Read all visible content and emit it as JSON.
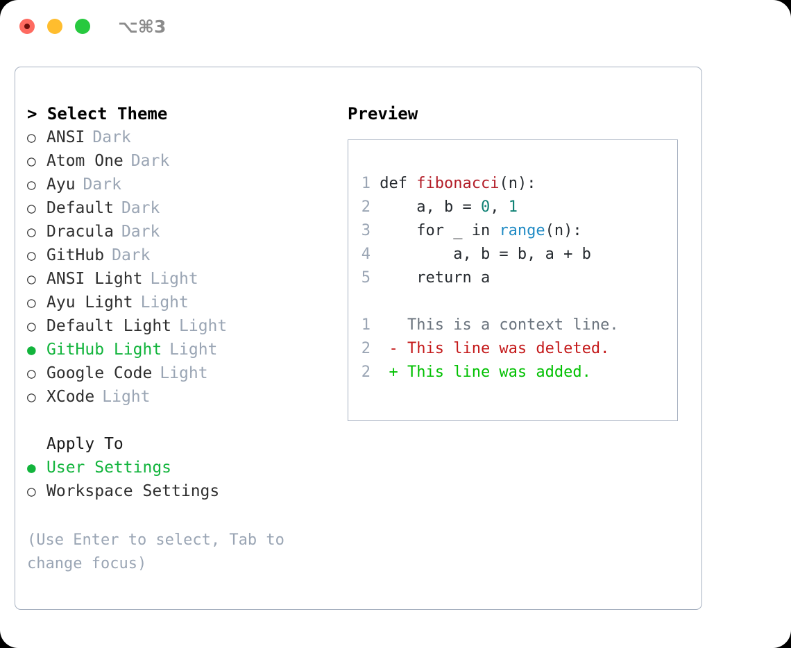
{
  "titlebar": {
    "shortcut": "⌥⌘3",
    "buttons": [
      {
        "name": "close",
        "color": "#fe6a60"
      },
      {
        "name": "minimize",
        "color": "#ffbd2e"
      },
      {
        "name": "maximize",
        "color": "#27c93f"
      }
    ]
  },
  "theme_picker": {
    "heading": "> Select Theme",
    "items": [
      {
        "marker": "○",
        "label": "ANSI",
        "tag": "Dark",
        "selected": false
      },
      {
        "marker": "○",
        "label": "Atom One",
        "tag": "Dark",
        "selected": false
      },
      {
        "marker": "○",
        "label": "Ayu",
        "tag": "Dark",
        "selected": false
      },
      {
        "marker": "○",
        "label": "Default",
        "tag": "Dark",
        "selected": false
      },
      {
        "marker": "○",
        "label": "Dracula",
        "tag": "Dark",
        "selected": false
      },
      {
        "marker": "○",
        "label": "GitHub",
        "tag": "Dark",
        "selected": false
      },
      {
        "marker": "○",
        "label": "ANSI Light",
        "tag": "Light",
        "selected": false
      },
      {
        "marker": "○",
        "label": "Ayu Light",
        "tag": "Light",
        "selected": false
      },
      {
        "marker": "○",
        "label": "Default Light",
        "tag": "Light",
        "selected": false
      },
      {
        "marker": "●",
        "label": "GitHub Light",
        "tag": "Light",
        "selected": true
      },
      {
        "marker": "○",
        "label": "Google Code",
        "tag": "Light",
        "selected": false
      },
      {
        "marker": "○",
        "label": "XCode",
        "tag": "Light",
        "selected": false
      }
    ]
  },
  "apply_to": {
    "heading": "Apply To",
    "items": [
      {
        "marker": "●",
        "label": "User Settings",
        "selected": true
      },
      {
        "marker": "○",
        "label": "Workspace Settings",
        "selected": false
      }
    ]
  },
  "hint": "(Use Enter to select, Tab to change focus)",
  "preview": {
    "heading": "Preview",
    "code_lines": [
      {
        "ln": "1",
        "tokens": [
          {
            "t": "def ",
            "c": "plain"
          },
          {
            "t": "fibonacci",
            "c": "func"
          },
          {
            "t": "(n):",
            "c": "plain"
          }
        ]
      },
      {
        "ln": "2",
        "tokens": [
          {
            "t": "    a, b = ",
            "c": "plain"
          },
          {
            "t": "0",
            "c": "num"
          },
          {
            "t": ", ",
            "c": "plain"
          },
          {
            "t": "1",
            "c": "num"
          }
        ]
      },
      {
        "ln": "3",
        "tokens": [
          {
            "t": "    for _ in ",
            "c": "plain"
          },
          {
            "t": "range",
            "c": "builtin"
          },
          {
            "t": "(n):",
            "c": "plain"
          }
        ]
      },
      {
        "ln": "4",
        "tokens": [
          {
            "t": "        a, b = b, a + b",
            "c": "plain"
          }
        ]
      },
      {
        "ln": "5",
        "tokens": [
          {
            "t": "    return a",
            "c": "plain"
          }
        ]
      }
    ],
    "diff_lines": [
      {
        "ln": "1",
        "tokens": [
          {
            "t": "   This is a context line.",
            "c": "ctx"
          }
        ]
      },
      {
        "ln": "2",
        "tokens": [
          {
            "t": " - This line was deleted.",
            "c": "del"
          }
        ]
      },
      {
        "ln": "2",
        "tokens": [
          {
            "t": " + This line was added.",
            "c": "add"
          }
        ]
      }
    ]
  },
  "colors": {
    "accent_green": "#12b43c",
    "muted": "#9aa5b4",
    "border": "#a6b0c0",
    "diff_add": "#00c000",
    "diff_del": "#c4191a",
    "func": "#b31d28",
    "number": "#0e8174",
    "builtin": "#1f8ac4"
  }
}
